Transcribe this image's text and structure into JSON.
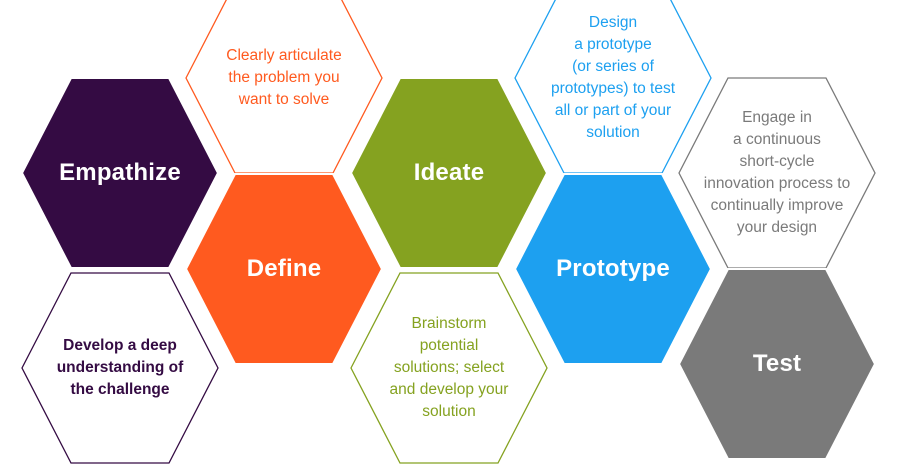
{
  "colors": {
    "empathize": "#340b43",
    "define": "#ff5a1f",
    "ideate": "#85a220",
    "prototype": "#1da0f0",
    "test": "#7a7a7a"
  },
  "stages": {
    "empathize": {
      "label": "Empathize",
      "description": "Develop a deep\nunderstanding of\nthe challenge"
    },
    "define": {
      "label": "Define",
      "description": "Clearly articulate\nthe problem you\nwant to solve"
    },
    "ideate": {
      "label": "Ideate",
      "description": "Brainstorm\npotential\nsolutions; select\nand develop your\nsolution"
    },
    "prototype": {
      "label": "Prototype",
      "description": "Design\na prototype\n(or series of\nprototypes) to test\nall or part of your\nsolution"
    },
    "test": {
      "label": "Test",
      "description": "Engage in\na continuous\nshort-cycle\ninnovation process to\ncontinually improve\nyour design"
    }
  }
}
